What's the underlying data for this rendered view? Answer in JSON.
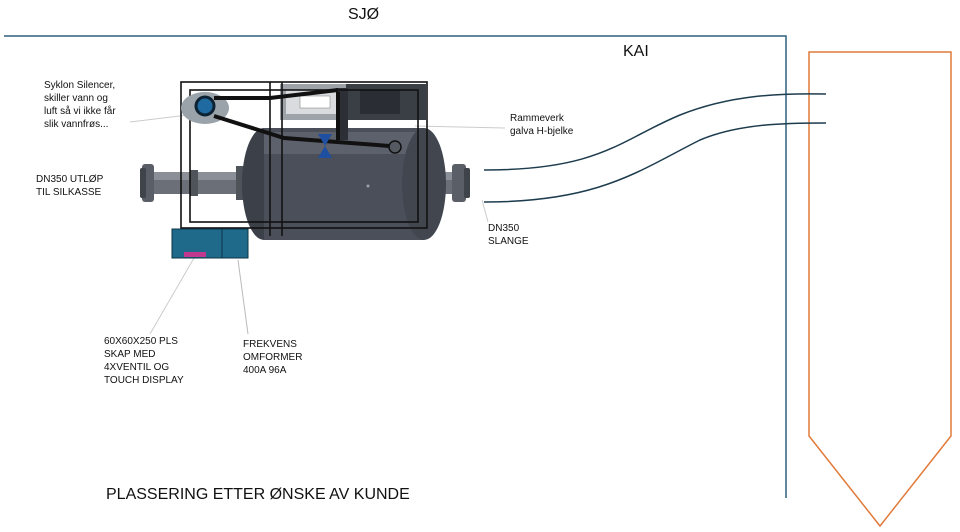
{
  "labels": {
    "sea": "SJØ",
    "quay": "KAI",
    "cyclone": "Syklon Silencer,\nskiller vann og\nluft så vi ikke får\nslik vannfrøs...",
    "frame": "Rammeverk\ngalva H-bjelke",
    "outlet": "DN350 UTLØP\nTIL SILKASSE",
    "hose": "DN350\nSLANGE",
    "plc_cabinet": "60X60X250 PLS\nSKAP MED\n4XVENTIL OG\nTOUCH DISPLAY",
    "vfd": "FREKVENS\nOMFORMER\n400A 96A",
    "placement": "PLASSERING ETTER ØNSKE AV KUNDE"
  },
  "colors": {
    "quay_line": "#2f5f7a",
    "vessel_outline": "#e07a3a",
    "cabinet": "#1f6a8a",
    "cabinet_accent": "#c0398f",
    "tank": "#4a4f5a",
    "pipe": "#111111",
    "valve": "#1f4fa0"
  }
}
